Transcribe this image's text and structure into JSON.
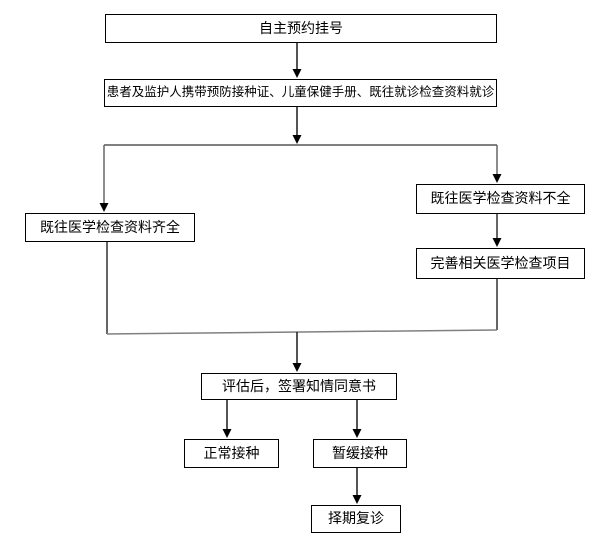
{
  "flowchart": {
    "type": "flowchart",
    "nodes": {
      "register": {
        "label": "自主预约挂号"
      },
      "bring_docs": {
        "label": "患者及监护人携带预防接种证、儿童保健手册、既往就诊检查资料就诊"
      },
      "docs_complete": {
        "label": "既往医学检查资料齐全"
      },
      "docs_incomplete": {
        "label": "既往医学检查资料不全"
      },
      "complete_exams": {
        "label": "完善相关医学检查项目"
      },
      "sign_consent": {
        "label": "评估后，签署知情同意书"
      },
      "normal": {
        "label": "正常接种"
      },
      "postpone": {
        "label": "暂缓接种"
      },
      "reschedule": {
        "label": "择期复诊"
      }
    },
    "edges": [
      {
        "from": "register",
        "to": "bring_docs"
      },
      {
        "from": "bring_docs",
        "to": "docs_complete"
      },
      {
        "from": "bring_docs",
        "to": "docs_incomplete"
      },
      {
        "from": "docs_incomplete",
        "to": "complete_exams"
      },
      {
        "from": "docs_complete",
        "to": "sign_consent"
      },
      {
        "from": "complete_exams",
        "to": "sign_consent"
      },
      {
        "from": "sign_consent",
        "to": "normal"
      },
      {
        "from": "sign_consent",
        "to": "postpone"
      },
      {
        "from": "postpone",
        "to": "reschedule"
      }
    ],
    "colors": {
      "background": "#ffffff",
      "box_border": "#000000",
      "box_fill": "#ffffff",
      "text": "#000000",
      "connector_dark": "#1a1a1a",
      "connector_gray": "#808080"
    }
  }
}
